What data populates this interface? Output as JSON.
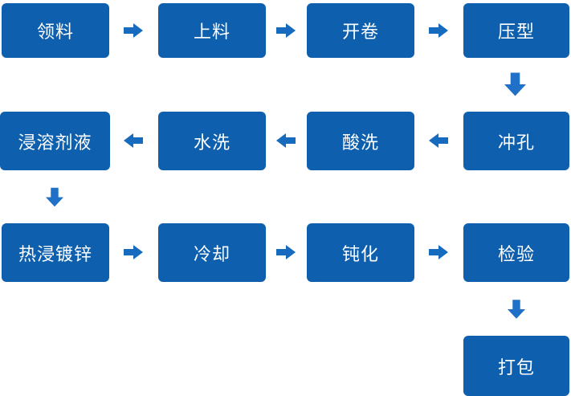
{
  "colors": {
    "background": "#ffffff",
    "box_fill": "#0E60AF",
    "box_text": "#ffffff",
    "arrow_horizontal": "#176BBE",
    "arrow_down": "#1F70C6"
  },
  "flowchart": {
    "nodes": [
      {
        "id": "material-requisition",
        "label": "领料"
      },
      {
        "id": "loading",
        "label": "上料"
      },
      {
        "id": "uncoiling",
        "label": "开卷"
      },
      {
        "id": "pressing",
        "label": "压型"
      },
      {
        "id": "punching",
        "label": "冲孔"
      },
      {
        "id": "pickling",
        "label": "酸洗"
      },
      {
        "id": "rinsing",
        "label": "水洗"
      },
      {
        "id": "flux-dipping",
        "label": "浸溶剂液"
      },
      {
        "id": "hot-dip-galvanizing",
        "label": "热浸镀锌"
      },
      {
        "id": "cooling",
        "label": "冷却"
      },
      {
        "id": "passivation",
        "label": "钝化"
      },
      {
        "id": "inspection",
        "label": "检验"
      },
      {
        "id": "packing",
        "label": "打包"
      }
    ],
    "edges": [
      {
        "from": "领料",
        "to": "上料",
        "direction": "right"
      },
      {
        "from": "上料",
        "to": "开卷",
        "direction": "right"
      },
      {
        "from": "开卷",
        "to": "压型",
        "direction": "right"
      },
      {
        "from": "压型",
        "to": "冲孔",
        "direction": "down"
      },
      {
        "from": "冲孔",
        "to": "酸洗",
        "direction": "left"
      },
      {
        "from": "酸洗",
        "to": "水洗",
        "direction": "left"
      },
      {
        "from": "水洗",
        "to": "浸溶剂液",
        "direction": "left"
      },
      {
        "from": "浸溶剂液",
        "to": "热浸镀锌",
        "direction": "down"
      },
      {
        "from": "热浸镀锌",
        "to": "冷却",
        "direction": "right"
      },
      {
        "from": "冷却",
        "to": "钝化",
        "direction": "right"
      },
      {
        "from": "钝化",
        "to": "检验",
        "direction": "right"
      },
      {
        "from": "检验",
        "to": "打包",
        "direction": "down"
      }
    ]
  }
}
